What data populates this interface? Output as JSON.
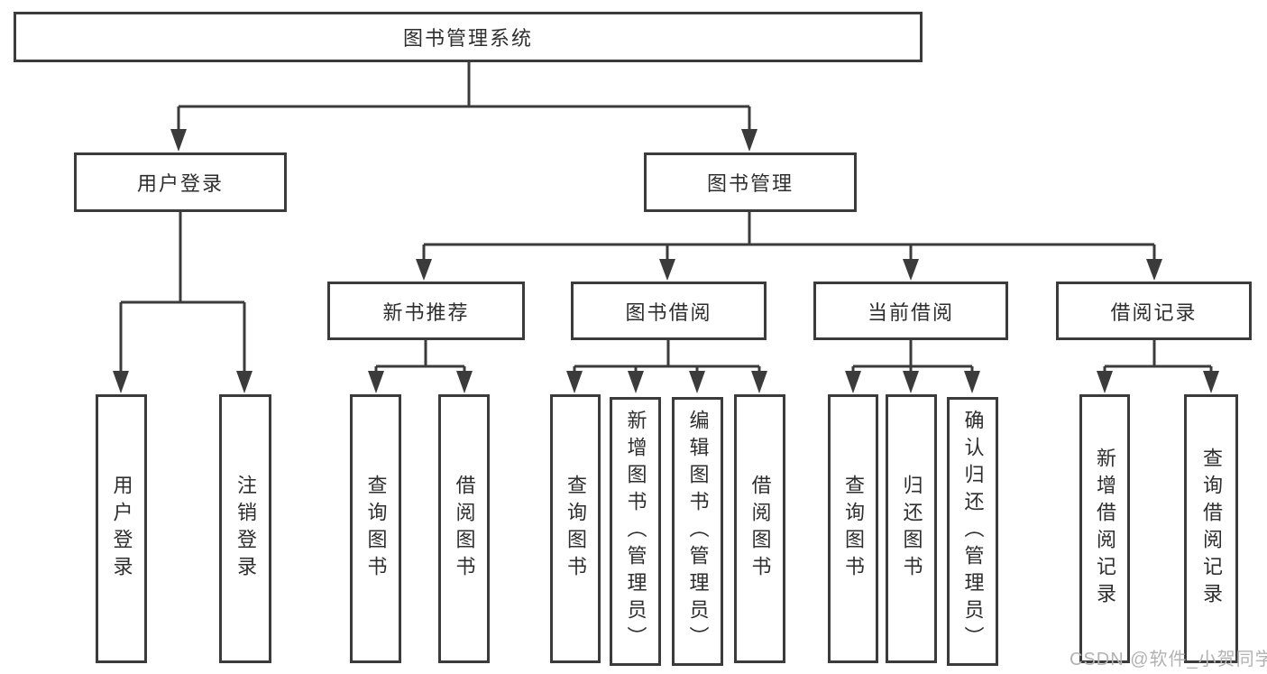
{
  "diagram_type": "hierarchy-tree",
  "watermark": "CSDN @软件_小贺同学",
  "colors": {
    "line": "#3b3b3b",
    "text": "#2e2e2e",
    "background": "#ffffff",
    "watermark": "#b2b2b2"
  },
  "tree": {
    "label": "图书管理系统",
    "children": [
      {
        "label": "用户登录",
        "children": [
          {
            "label": "用户登录"
          },
          {
            "label": "注销登录"
          }
        ]
      },
      {
        "label": "图书管理",
        "children": [
          {
            "label": "新书推荐",
            "children": [
              {
                "label": "查询图书"
              },
              {
                "label": "借阅图书"
              }
            ]
          },
          {
            "label": "图书借阅",
            "children": [
              {
                "label": "查询图书"
              },
              {
                "label": "新增图书（管理员）"
              },
              {
                "label": "编辑图书（管理员）"
              },
              {
                "label": "借阅图书"
              }
            ]
          },
          {
            "label": "当前借阅",
            "children": [
              {
                "label": "查询图书"
              },
              {
                "label": "归还图书"
              },
              {
                "label": "确认归还（管理员）"
              }
            ]
          },
          {
            "label": "借阅记录",
            "children": [
              {
                "label": "新增借阅记录"
              },
              {
                "label": "查询借阅记录"
              }
            ]
          }
        ]
      }
    ]
  }
}
